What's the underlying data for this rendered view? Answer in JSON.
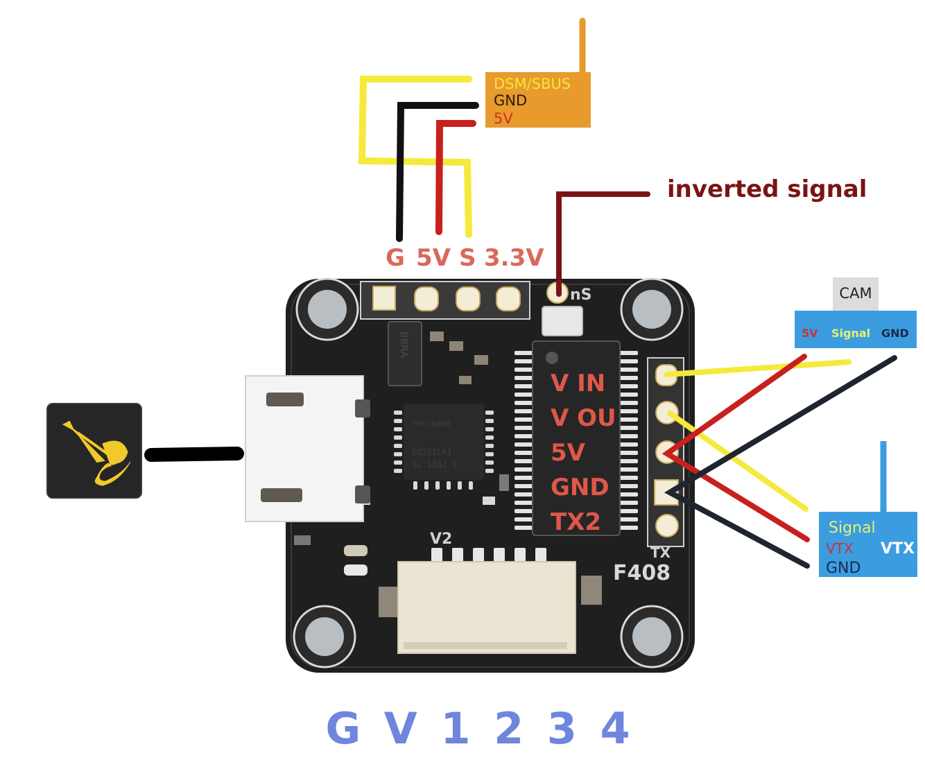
{
  "receiver": {
    "pins": [
      {
        "label": "DSM/SBUS",
        "color": "#f5e63a"
      },
      {
        "label": "GND",
        "color": "#2a1a0a"
      },
      {
        "label": "5V",
        "color": "#c8321e"
      }
    ],
    "box_color": "#e89a2c"
  },
  "top_pads": {
    "labels": [
      "G",
      "5V",
      "S",
      "3.3V"
    ],
    "label_color": "#d9685a"
  },
  "inverted": {
    "label": "inverted signal",
    "color": "#7a1414",
    "pad_silk": "nS"
  },
  "chip_labels": {
    "items": [
      "V IN",
      "V OU",
      "5V",
      "GND",
      "TX2"
    ],
    "color": "#e0574a"
  },
  "ic_markings": {
    "regulator": "BBRA",
    "mcu": [
      "MPU-6000",
      "BQ2SILA1",
      "5L 1832 9"
    ]
  },
  "cam": {
    "title": "CAM",
    "pins": [
      {
        "label": "5V",
        "color": "#c8323c"
      },
      {
        "label": "Signal",
        "color": "#e8f070"
      },
      {
        "label": "GND",
        "color": "#1a2a4a"
      }
    ],
    "box_color": "#3b9de0",
    "title_bg": "#dcdcdc"
  },
  "vtx": {
    "title": "VTX",
    "pins": [
      {
        "label": "Signal",
        "color": "#e8f070"
      },
      {
        "label": "VTX",
        "color": "#c8323c"
      },
      {
        "label": "GND",
        "color": "#1a2a4a"
      }
    ],
    "box_color": "#3b9de0"
  },
  "board": {
    "silk_v2": "V2",
    "silk_f408": "F408",
    "silk_tx": "TX"
  },
  "bottom_label": {
    "text": "G V 1 2 3 4",
    "color": "#6e86dc"
  },
  "wire_colors": {
    "yellow": "#f5ea3c",
    "black": "#111111",
    "red": "#c8201e",
    "dark": "#1e2430"
  },
  "app_icon": {
    "name": "betaflight-hornet-icon"
  }
}
